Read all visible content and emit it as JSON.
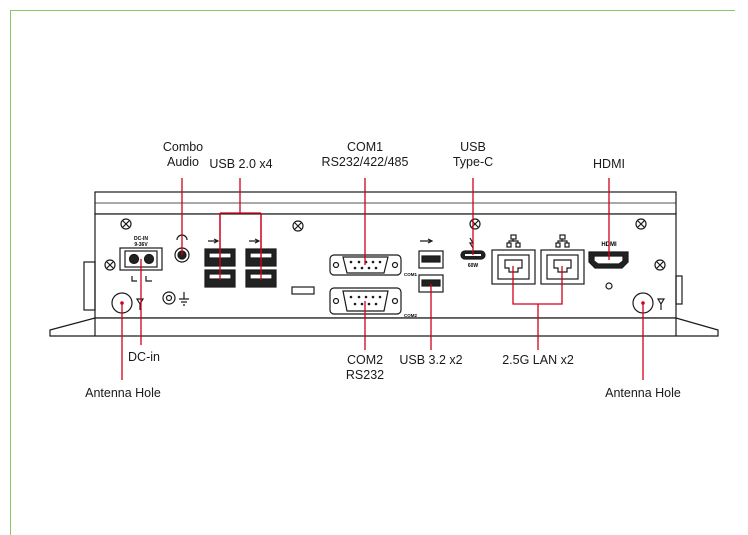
{
  "labels": {
    "combo_audio_1": "Combo",
    "combo_audio_2": "Audio",
    "usb2": "USB 2.0 x4",
    "com1_1": "COM1",
    "com1_2": "RS232/422/485",
    "usbc_1": "USB",
    "usbc_2": "Type-C",
    "hdmi": "HDMI",
    "dcin": "DC-in",
    "antenna_left": "Antenna Hole",
    "com2_1": "COM2",
    "com2_2": "RS232",
    "usb3": "USB 3.2 x2",
    "lan": "2.5G LAN x2",
    "antenna_right": "Antenna Hole"
  },
  "panel_text": {
    "dcin_1": "DC-IN",
    "dcin_2": "9-36V",
    "com1": "COM1",
    "com2": "COM2",
    "usbc_power": "60W",
    "hdmi": "HDMI"
  },
  "colors": {
    "leader": "#d0021b",
    "outline": "#1a1a1a",
    "frame": "#8ec56a"
  }
}
